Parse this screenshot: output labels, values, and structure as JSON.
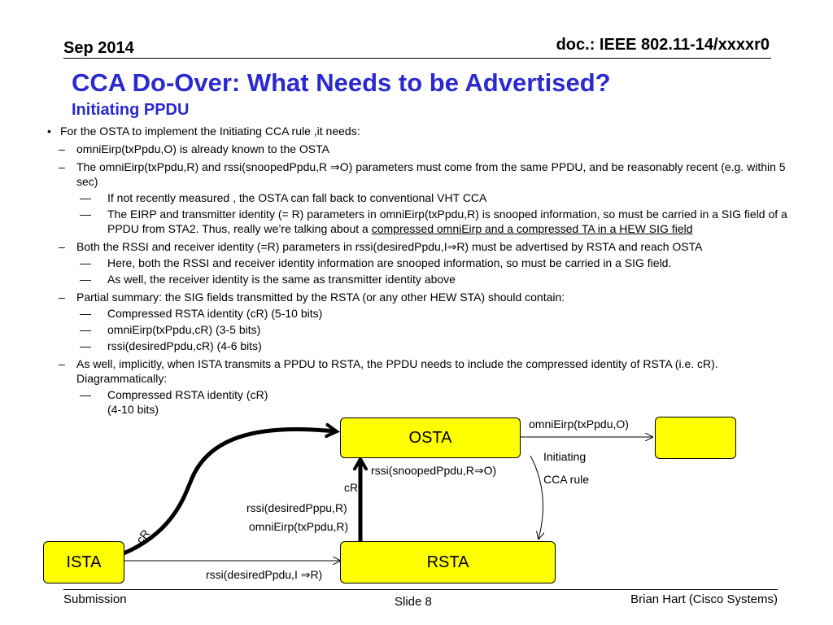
{
  "header": {
    "date": "Sep 2014",
    "doc": "doc.: IEEE 802.11-14/xxxxr0"
  },
  "title": "CCA Do-Over: What Needs to be Advertised?",
  "subtitle": "Initiating PPDU",
  "bullets": {
    "b1": "For the OSTA to implement the Initiating CCA rule ,it needs:",
    "b2": "omniEirp(txPpdu,O) is already known to the OSTA",
    "b3": "The omniEirp(txPpdu,R) and rssi(snoopedPpdu,R ⇒O) parameters must come from the same PPDU, and be reasonably recent (e.g. within 5 sec)",
    "b3a": "If not recently measured , the OSTA can fall back to conventional VHT CCA",
    "b3b_pre": "The EIRP and transmitter identity (= R) parameters in omniEirp(txPpdu,R) is snooped information, so must be carried in a SIG field of a PPDU from STA2. Thus, really we’re talking about a ",
    "b3b_u": "compressed omniEirp  and a compressed TA in a HEW SIG field",
    "b4": "Both the RSSI and receiver identity (=R) parameters in rssi(desiredPpdu,I⇒R) must be advertised by RSTA and reach OSTA",
    "b4a": "Here, both the RSSI and receiver identity information are snooped information, so must be carried in a SIG field.",
    "b4b": "As well, the receiver identity is the same as transmitter identity above",
    "b5": "Partial summary: the SIG fields transmitted by the RSTA (or any other HEW STA) should contain:",
    "b5a": "Compressed RSTA identity (cR) (5-10 bits)",
    "b5b": "omniEirp(txPpdu,cR) (3-5 bits)",
    "b5c": "rssi(desiredPpdu,cR) (4-6 bits)",
    "b6": "As well, implicitly, when ISTA transmits a PPDU to RSTA, the PPDU needs to include the compressed identity of RSTA (i.e. cR). Diagrammatically:",
    "b6a": "Compressed RSTA identity (cR) (4-10 bits)"
  },
  "diagram": {
    "osta": "OSTA",
    "rsta": "RSTA",
    "ista": "ISTA",
    "lbl_omni_o": "omniEirp(txPpdu,O)",
    "lbl_initiating": "Initiating",
    "lbl_cca_rule": "CCA rule",
    "lbl_rssi_snooped": "rssi(snoopedPpdu,R⇒O)",
    "lbl_cr_mid": "cR",
    "lbl_rssi_desired_r": "rssi(desiredPppu,R)",
    "lbl_omni_r": "omniEirp(txPpdu,R)",
    "lbl_cr_curve": "cR",
    "lbl_rssi_desired_i": "rssi(desiredPpdu,I ⇒R)"
  },
  "footer": {
    "left": "Submission",
    "center": "Slide 8",
    "right": "Brian Hart (Cisco Systems)"
  }
}
